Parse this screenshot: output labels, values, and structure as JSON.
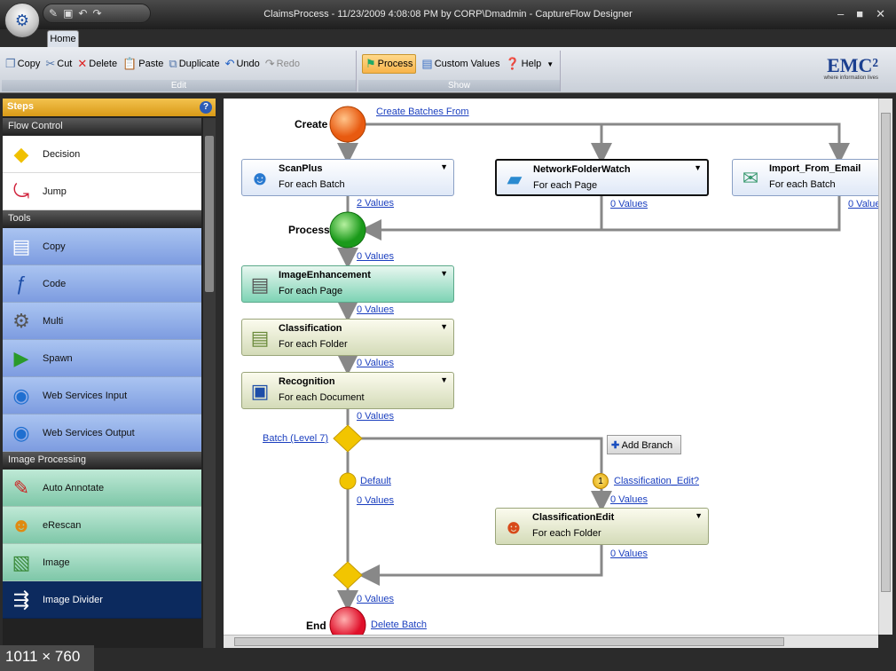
{
  "window": {
    "title": "ClaimsProcess - 11/23/2009 4:08:08 PM by CORP\\Dmadmin - CaptureFlow Designer",
    "controls": [
      "–",
      "■",
      "✕"
    ]
  },
  "tabs": [
    "Home"
  ],
  "ribbon": {
    "edit": {
      "caption": "Edit",
      "copy": "Copy",
      "cut": "Cut",
      "delete": "Delete",
      "paste": "Paste",
      "duplicate": "Duplicate",
      "undo": "Undo",
      "redo": "Redo"
    },
    "show": {
      "caption": "Show",
      "process": "Process",
      "custom_values": "Custom Values",
      "help": "Help"
    },
    "brand": {
      "logo": "EMC²",
      "tagline": "where information lives"
    }
  },
  "steps_panel": {
    "title": "Steps",
    "categories": [
      {
        "name": "Flow Control",
        "items": [
          "Decision",
          "Jump"
        ]
      },
      {
        "name": "Tools",
        "items": [
          "Copy",
          "Code",
          "Multi",
          "Spawn",
          "Web Services Input",
          "Web Services Output"
        ]
      },
      {
        "name": "Image Processing",
        "items": [
          "Auto Annotate",
          "eRescan",
          "Image",
          "Image Divider"
        ]
      }
    ]
  },
  "flow": {
    "create_label": "Create",
    "create_link": "Create Batches From",
    "process_label": "Process",
    "end_label": "End",
    "end_link": "Delete Batch",
    "nodes": {
      "scanplus": {
        "name": "ScanPlus",
        "sub": "For each Batch"
      },
      "networkfolderwatch": {
        "name": "NetworkFolderWatch",
        "sub": "For each Page"
      },
      "import_email": {
        "name": "Import_From_Email",
        "sub": "For each Batch"
      },
      "imageenhancement": {
        "name": "ImageEnhancement",
        "sub": "For each Page"
      },
      "classification": {
        "name": "Classification",
        "sub": "For each Folder"
      },
      "recognition": {
        "name": "Recognition",
        "sub": "For each Document"
      },
      "classificationedit": {
        "name": "ClassificationEdit",
        "sub": "For each Folder"
      }
    },
    "values": {
      "scanplus": "2 Values",
      "networkfolderwatch": "0 Values",
      "import_email": "0 Value",
      "after_process": "0 Values",
      "after_enhancement": "0 Values",
      "after_classification": "0 Values",
      "after_recognition": "0 Values",
      "default_branch": "0 Values",
      "edit_branch": "0 Values",
      "after_classificationedit": "0 Values",
      "after_merge": "0 Values"
    },
    "decision_link": "Batch (Level 7)",
    "add_branch": "Add Branch",
    "branch_default": "Default",
    "branch_edit": "Classification_Edit?",
    "branch_edit_badge": "1"
  },
  "status": {
    "dimensions": "1011 × 760"
  }
}
